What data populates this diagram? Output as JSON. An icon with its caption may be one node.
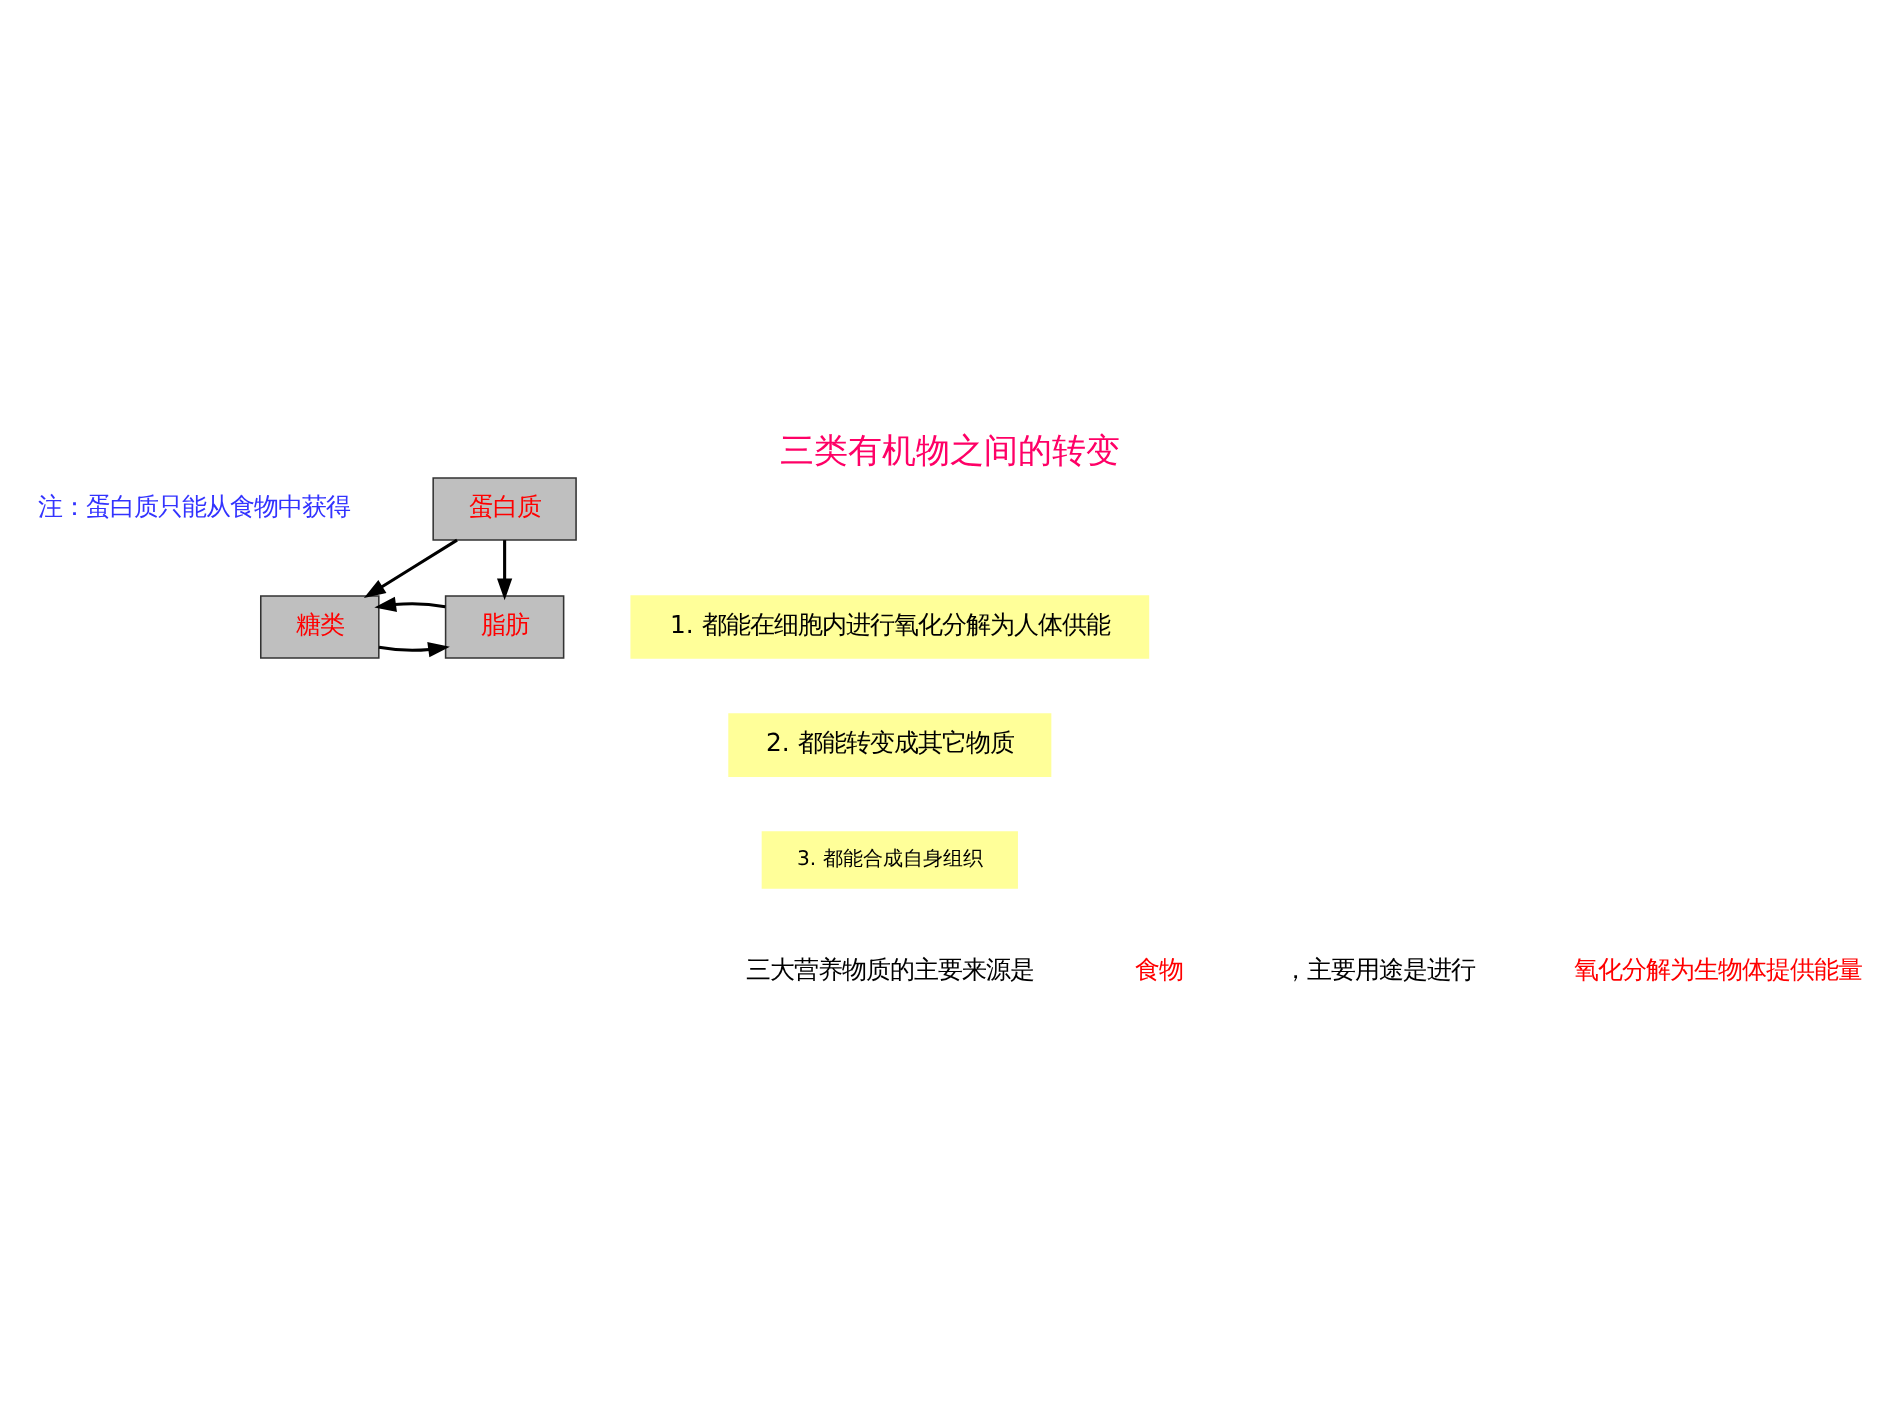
{
  "diagram": {
    "title": "三类有机物之间的转变",
    "nodes": [
      {
        "text": [
          "糖类"
        ]
      },
      {
        "text": [
          "脂肪"
        ]
      },
      {
        "text": [
          "蛋白质"
        ]
      },
      {
        "text": [
          "1. 都能在细胞内进行氧化分解为人体供能"
        ]
      },
      {
        "text": [
          "2. 都能转变成其它物质"
        ]
      },
      {
        "text": [
          "3. 都能合成自身组织"
        ]
      }
    ],
    "edges": [
      {
        "from": 0,
        "to": 1,
        "arrow": "to"
      },
      {
        "from": 1,
        "to": 0,
        "arrow": "to"
      },
      {
        "from": 2,
        "to": 0,
        "arrow": "to"
      },
      {
        "from": 2,
        "to": 1,
        "arrow": "to"
      }
    ],
    "labels": [
      "注：蛋白质只能从食物中获得",
      "三大营养物质的主要来源是",
      "食物",
      "，主要用途是进行",
      "氧化分解为生物体提供能量"
    ]
  }
}
